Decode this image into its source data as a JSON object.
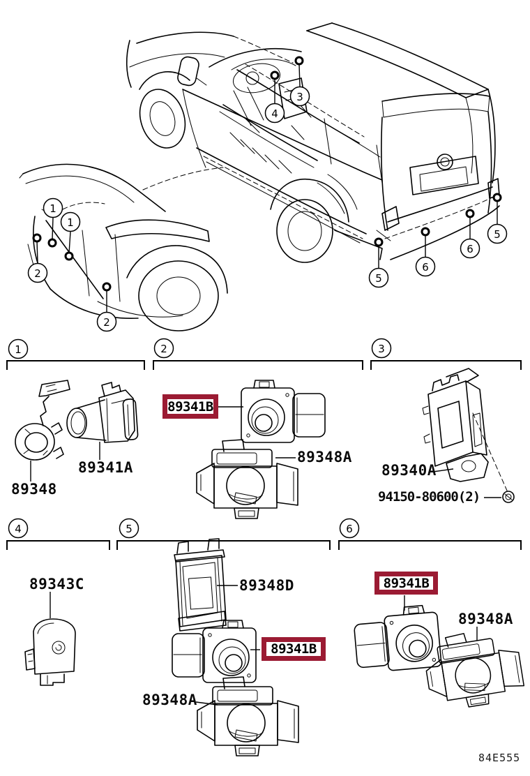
{
  "page": {
    "code": "84E555",
    "background_color": "#ffffff",
    "line_color": "#000000",
    "highlight_color": "#9b1b33"
  },
  "vehicle_views": {
    "rear_view_name": "suv-rear-three-quarter-view-with-exposed-instrument-panel",
    "front_view_name": "front-bumper-corner-view"
  },
  "vehicle_callouts": [
    "1",
    "1",
    "2",
    "2",
    "3",
    "4",
    "5",
    "6",
    "6",
    "5"
  ],
  "section_callouts": [
    "1",
    "2",
    "3",
    "4",
    "5",
    "6"
  ],
  "sections": [
    {
      "no": "1",
      "parts": [
        {
          "label": "89348",
          "highlighted": false
        },
        {
          "label": "89341A",
          "highlighted": false
        }
      ]
    },
    {
      "no": "2",
      "parts": [
        {
          "label": "89341B",
          "highlighted": true
        },
        {
          "label": "89348A",
          "highlighted": false
        }
      ]
    },
    {
      "no": "3",
      "parts": [
        {
          "label": "89340A",
          "highlighted": false
        },
        {
          "label": "94150-80600(2)",
          "highlighted": false
        }
      ]
    },
    {
      "no": "4",
      "parts": [
        {
          "label": "89343C",
          "highlighted": false
        }
      ]
    },
    {
      "no": "5",
      "parts": [
        {
          "label": "89348D",
          "highlighted": false
        },
        {
          "label": "89341B",
          "highlighted": true
        },
        {
          "label": "89348A",
          "highlighted": false
        }
      ]
    },
    {
      "no": "6",
      "parts": [
        {
          "label": "89341B",
          "highlighted": true
        },
        {
          "label": "89348A",
          "highlighted": false
        }
      ]
    }
  ]
}
